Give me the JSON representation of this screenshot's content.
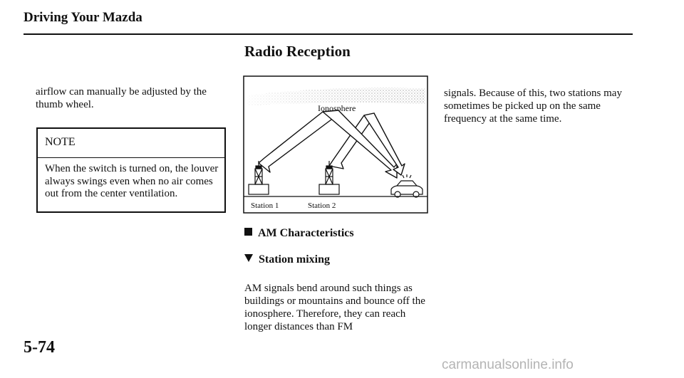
{
  "header": {
    "title": "Driving Your Mazda"
  },
  "section": {
    "title": "Radio Reception"
  },
  "left": {
    "paragraph": "airflow can manually be adjusted by the thumb wheel.",
    "note": {
      "heading": "NOTE",
      "text": "When the switch is turned on, the louver always swings even when no air comes out from the center ventilation."
    }
  },
  "figure": {
    "ionosphere_label": "Ionosphere",
    "station1_label": "Station 1",
    "station2_label": "Station 2"
  },
  "middle": {
    "am_heading": "AM Characteristics",
    "station_mixing_heading": "Station mixing",
    "paragraph": "AM signals bend around such things as buildings or mountains and bounce off the ionosphere. Therefore, they can reach longer distances than FM"
  },
  "right": {
    "paragraph": "signals. Because of this, two stations may sometimes be picked up on the same frequency at the same time."
  },
  "footer": {
    "page_number": "5-74",
    "watermark": "carmanualsonline.info"
  }
}
